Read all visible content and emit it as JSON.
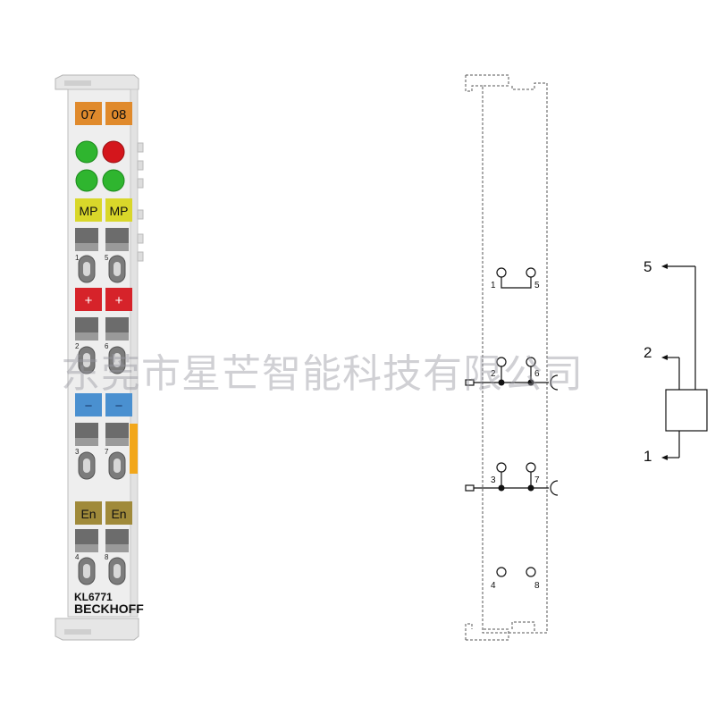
{
  "module": {
    "model": "KL6771",
    "brand": "BECKHOFF",
    "tabs": [
      "07",
      "08"
    ],
    "led_colors": {
      "green": "#2fb52f",
      "red": "#d4161c"
    },
    "mp_label": "MP",
    "plus_label": "+",
    "minus_label": "−",
    "en_label": "En",
    "terminal_numbers": [
      "1",
      "5",
      "2",
      "6",
      "3",
      "7",
      "4",
      "8"
    ]
  },
  "schematic": {
    "terminals": [
      "1",
      "5",
      "2",
      "6",
      "3",
      "7",
      "4",
      "8"
    ]
  },
  "wiring": {
    "pins": [
      "5",
      "2",
      "1"
    ]
  },
  "watermark": "东莞市星芒智能科技有限公司"
}
